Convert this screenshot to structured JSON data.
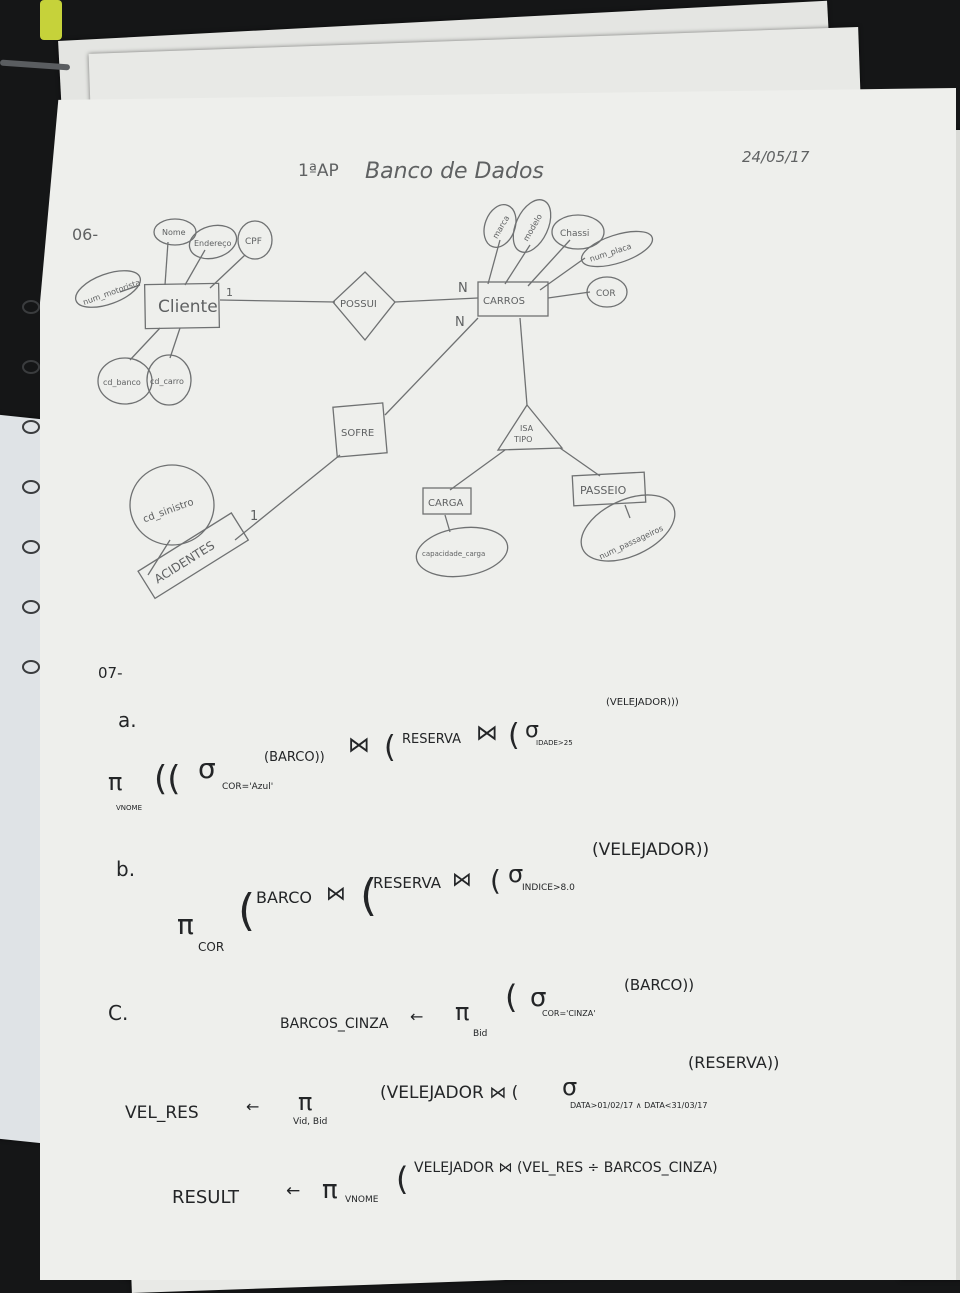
{
  "header": {
    "title_left": "1ªAP",
    "title_main": "Banco de Dados",
    "date": "24/05/17"
  },
  "q06": {
    "label": "06-",
    "entities": {
      "cliente": "Cliente",
      "possui": "POSSUI",
      "carros": "CARROS",
      "sofre": "SOFRE",
      "isa": "ISA",
      "tipo": "TIPO",
      "acidentes": "ACIDENTES",
      "carga": "CARGA",
      "passeio": "PASSEIO"
    },
    "attributes": {
      "num_motorista": "num_motorista",
      "nome": "Nome",
      "endereco": "Endereço",
      "cpf": "CPF",
      "cd_banco": "cd_banco",
      "cd_carro": "cd_carro",
      "marca": "marca",
      "modelo": "modelo",
      "chassi": "Chassi",
      "placa": "num_placa",
      "cor": "COR",
      "cd_sinistro": "cd_sinistro",
      "capacidade": "capacidade_carga",
      "num_passageiros": "num_passageiros"
    },
    "cardinality": {
      "cliente_side": "1",
      "carros_side": "N",
      "carros_lower": "N",
      "acidentes_side": "1"
    }
  },
  "q07": {
    "label": "07-",
    "a": {
      "label": "a.",
      "pi": "π",
      "pi_sub": "VNOME",
      "open": "((",
      "sigma1": "σ",
      "sigma1_sub": "COR='Azul'",
      "arg1": "(BARCO))",
      "join1": "⋈",
      "open2": "(",
      "reserva": "RESERVA",
      "join2": "⋈",
      "open3": "(",
      "sigma2": "σ",
      "sigma2_sub": "IDADE>25",
      "arg2": "(VELEJADOR)))"
    },
    "b": {
      "label": "b.",
      "pi": "π",
      "pi_sub": "COR",
      "open": "(",
      "barco": "BARCO",
      "join1": "⋈",
      "open2": "(",
      "reserva": "RESERVA",
      "join2": "⋈",
      "open3": "(",
      "sigma": "σ",
      "sigma_sub": "INDICE>8.0",
      "arg": "(VELEJADOR))"
    },
    "c": {
      "label": "C.",
      "line1_lhs": "BARCOS_CINZA",
      "line1_arrow": "←",
      "line1_pi": "π",
      "line1_pi_sub": "Bid",
      "line1_open": "(",
      "line1_sigma": "σ",
      "line1_sigma_sub": "COR='CINZA'",
      "line1_arg": "(BARCO))",
      "line2_lhs": "VEL_RES",
      "line2_arrow": "←",
      "line2_pi": "π",
      "line2_pi_sub": "Vid, Bid",
      "line2_expr": "(VELEJADOR ⋈ (",
      "line2_sigma": "σ",
      "line2_sigma_sub": "DATA>01/02/17 ∧ DATA<31/03/17",
      "line2_arg": "(RESERVA))",
      "line3_lhs": "RESULT",
      "line3_arrow": "←",
      "line3_pi": "π",
      "line3_pi_sub": "VNOME",
      "line3_open": "(",
      "line3_expr": "VELEJADOR ⋈ (VEL_RES ÷ BARCOS_CINZA)"
    }
  }
}
